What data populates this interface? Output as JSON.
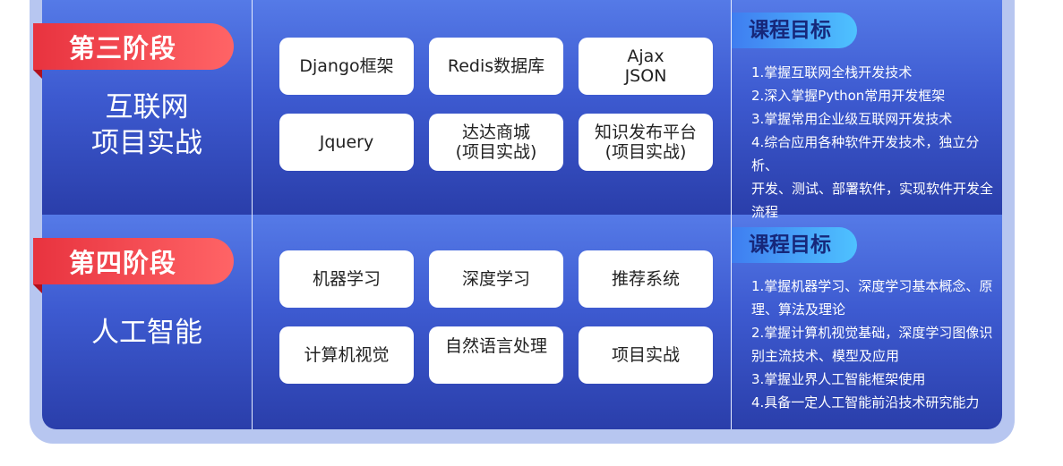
{
  "stages": [
    {
      "label": "第三阶段",
      "title_lines": [
        "互联网",
        "项目实战"
      ],
      "cards": [
        "Django框架",
        "Redis数据库",
        "Ajax\nJSON",
        "Jquery",
        "达达商城\n(项目实战)",
        "知识发布平台\n(项目实战)"
      ],
      "goal_title": "课程目标",
      "goals": [
        "1.掌握互联网全栈开发技术",
        "2.深入掌握Python常用开发框架",
        "3.掌握常用企业级互联网开发技术",
        "4.综合应用各种软件开发技术，独立分析、",
        "开发、测试、部署软件，实现软件开发全流程"
      ]
    },
    {
      "label": "第四阶段",
      "title_lines": [
        "人工智能"
      ],
      "cards": [
        "机器学习",
        "深度学习",
        "推荐系统",
        "计算机视觉",
        "自然语言处理",
        "项目实战"
      ],
      "goal_title": "课程目标",
      "goals": [
        "1.掌握机器学习、深度学习基本概念、原理、算法及理论",
        "2.掌握计算机视觉基础，深度学习图像识别主流技术、模型及应用",
        "3.掌握业界人工智能框架使用",
        "4.具备一定人工智能前沿技术研究能力"
      ]
    }
  ]
}
